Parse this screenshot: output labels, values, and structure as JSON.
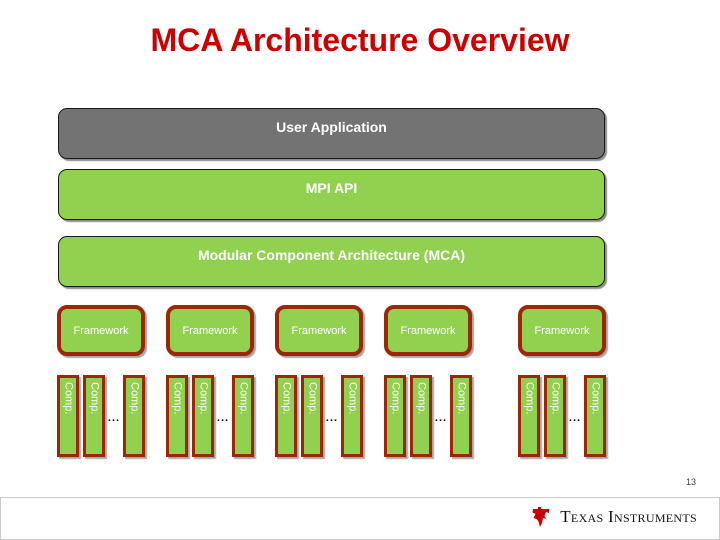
{
  "slide": {
    "title": "MCA Architecture Overview",
    "page_number": "13",
    "title_color": "#CC0000",
    "background_color": "#ffffff"
  },
  "diagram": {
    "layers": [
      {
        "id": "user-application",
        "label": "User Application",
        "fill": "#737373",
        "text_color": "#ffffff"
      },
      {
        "id": "mpi-api",
        "label": "MPI API",
        "fill": "#92D050",
        "text_color": "#ffffff"
      },
      {
        "id": "mca",
        "label": "Modular Component Architecture (MCA)",
        "fill": "#92D050",
        "text_color": "#ffffff"
      }
    ],
    "frameworks": {
      "label": "Framework",
      "count": 5,
      "fill": "#92D050",
      "border_color": "#9C2706",
      "text_color": "#ffffff",
      "items": [
        {
          "label": "Framework"
        },
        {
          "label": "Framework"
        },
        {
          "label": "Framework"
        },
        {
          "label": "Framework"
        },
        {
          "label": "Framework"
        }
      ],
      "ellipsis": "..."
    },
    "components": {
      "label": "Comp.",
      "fill": "#92D050",
      "border_color": "#9C2706",
      "text_color": "#ffffff",
      "ellipsis": "...",
      "groups": [
        {
          "items": [
            {
              "label": "Comp."
            },
            {
              "label": "Comp."
            },
            {
              "label": "Comp."
            }
          ],
          "ellipsis": "..."
        },
        {
          "items": [
            {
              "label": "Comp."
            },
            {
              "label": "Comp."
            },
            {
              "label": "Comp."
            }
          ],
          "ellipsis": "..."
        },
        {
          "items": [
            {
              "label": "Comp."
            },
            {
              "label": "Comp."
            },
            {
              "label": "Comp."
            }
          ],
          "ellipsis": "..."
        },
        {
          "items": [
            {
              "label": "Comp."
            },
            {
              "label": "Comp."
            },
            {
              "label": "Comp."
            }
          ],
          "ellipsis": "..."
        },
        {
          "items": [
            {
              "label": "Comp."
            },
            {
              "label": "Comp."
            },
            {
              "label": "Comp."
            }
          ],
          "ellipsis": "..."
        }
      ]
    }
  },
  "footer": {
    "logo_icon": "texas-instruments-logo-icon",
    "wordmark": "Texas Instruments",
    "logo_color": "#CC0000"
  }
}
